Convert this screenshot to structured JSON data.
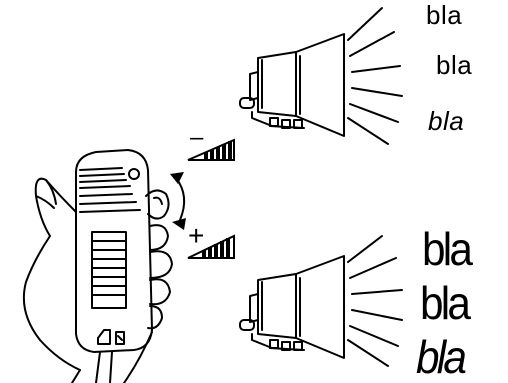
{
  "quiet_group": {
    "words": [
      "bla",
      "bla",
      "bla"
    ]
  },
  "loud_group": {
    "words": [
      "bla",
      "bla",
      "bla"
    ]
  },
  "controls": {
    "decrease_symbol": "–",
    "increase_symbol": "+"
  },
  "colors": {
    "ink": "#000000",
    "background": "#ffffff"
  },
  "icons": [
    "hand-held-remote-icon",
    "volume-ramp-icon",
    "loudspeaker-icon",
    "rotation-arrow-icon"
  ]
}
